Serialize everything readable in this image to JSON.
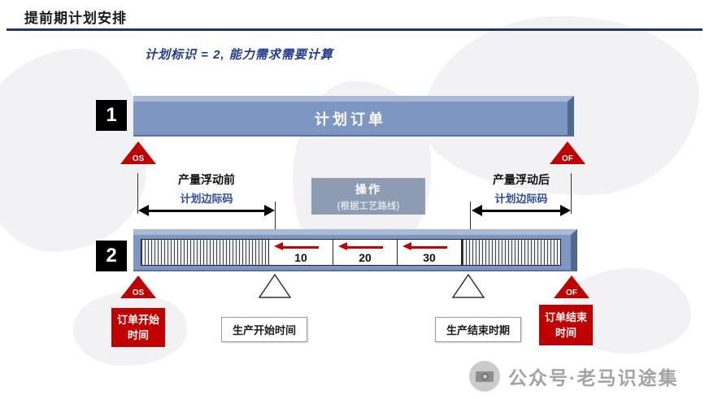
{
  "page": {
    "title": "提前期计划安排",
    "subtitle": "计划标识 = 2, 能力需求需要计算"
  },
  "section1": {
    "number": "1",
    "bar_label": "计划订单",
    "os_label": "OS",
    "of_label": "OF"
  },
  "section2": {
    "number": "2",
    "left_float": {
      "title": "产量浮动前",
      "sub": "计划边际码"
    },
    "operation": {
      "title": "操作",
      "sub": "(根据工艺路线)"
    },
    "right_float": {
      "title": "产量浮动后",
      "sub": "计划边际码"
    },
    "cells": [
      "10",
      "20",
      "30"
    ],
    "os_label": "OS",
    "of_label": "OF"
  },
  "bottom_labels": {
    "order_start": "订单开始时间",
    "production_start": "生产开始时间",
    "production_end": "生产结束时期",
    "order_end": "订单结束时间"
  },
  "watermark": {
    "icon": "camera-icon",
    "text": "公众号·老马识途集"
  },
  "colors": {
    "accent_red": "#c00000",
    "bar_blue": "#7e97c2",
    "navy_rule": "#1f3864",
    "label_blue": "#2b4aa0",
    "operation_gray": "#8d9cb3"
  }
}
